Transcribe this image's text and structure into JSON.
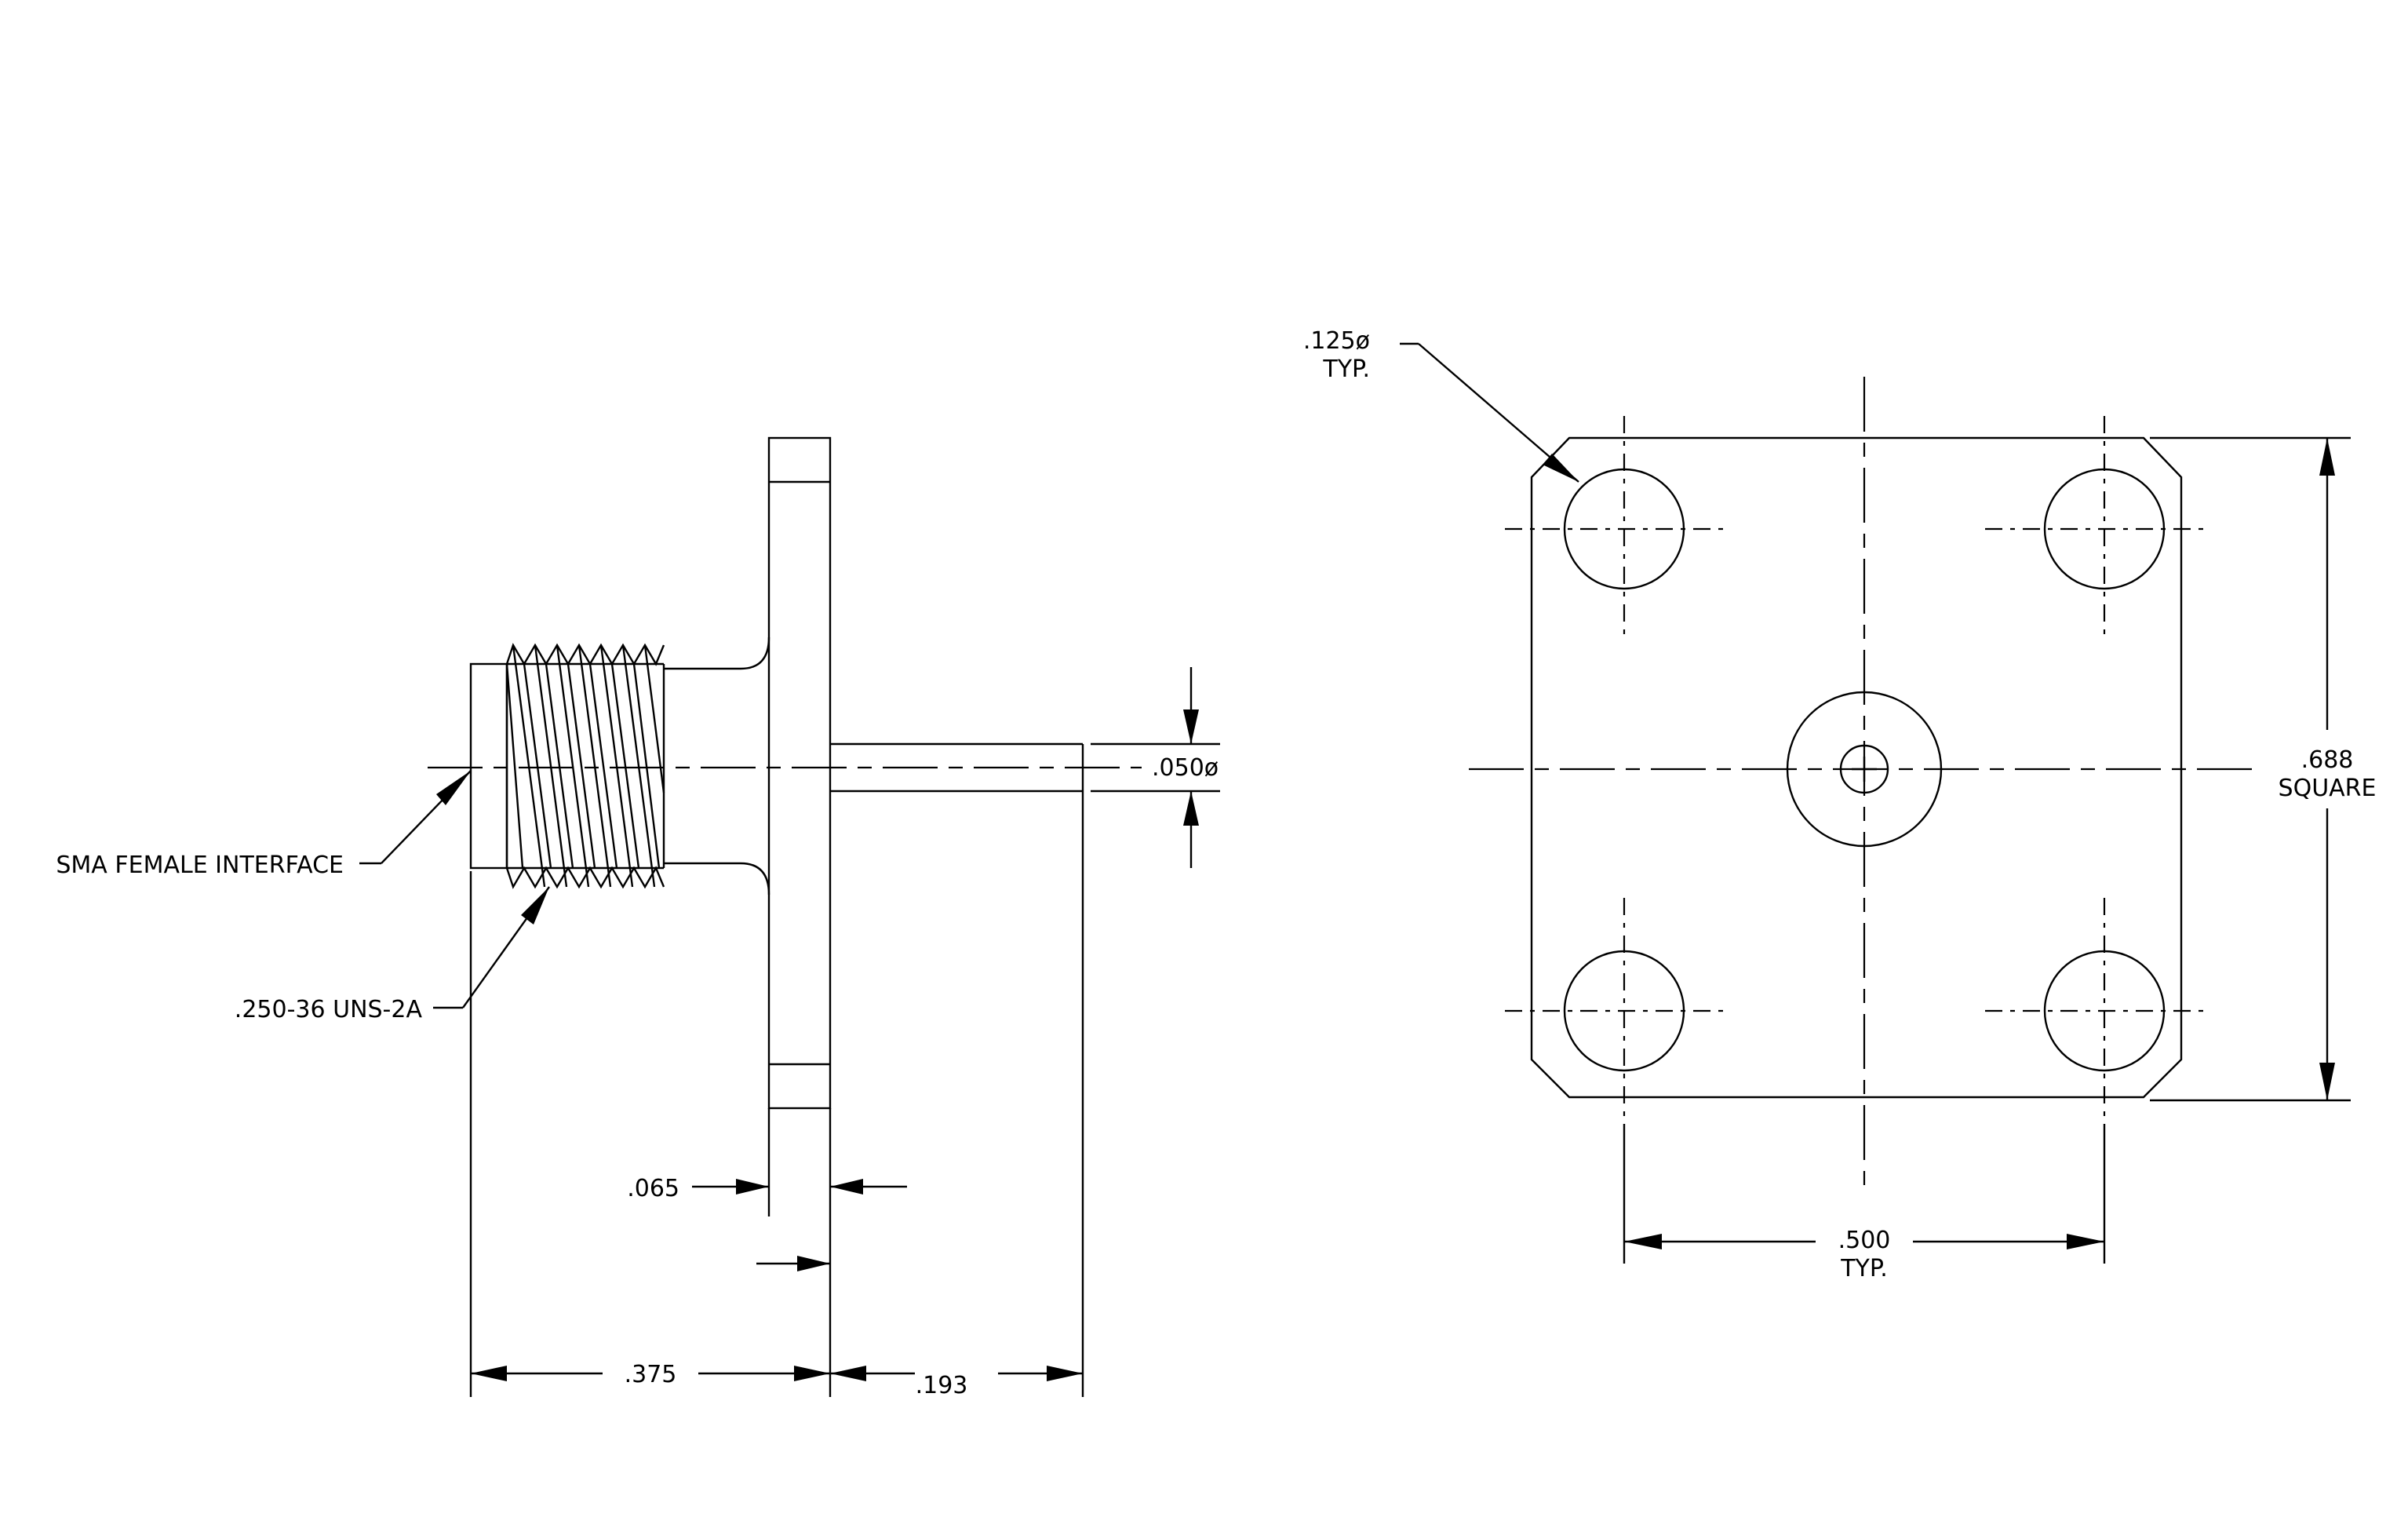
{
  "labels": {
    "sma_interface": "SMA FEMALE INTERFACE",
    "thread_spec": ".250-36 UNS-2A",
    "flange_thickness": ".065",
    "body_length": ".375",
    "pin_length": ".193",
    "pin_diameter": ".050ø",
    "hole_diameter": ".125ø",
    "hole_diameter_note": "TYP.",
    "flange_size": ".688",
    "flange_size_note": "SQUARE",
    "hole_spacing": ".500",
    "hole_spacing_note": "TYP."
  },
  "colors": {
    "line": "#000000",
    "background": "#ffffff"
  }
}
